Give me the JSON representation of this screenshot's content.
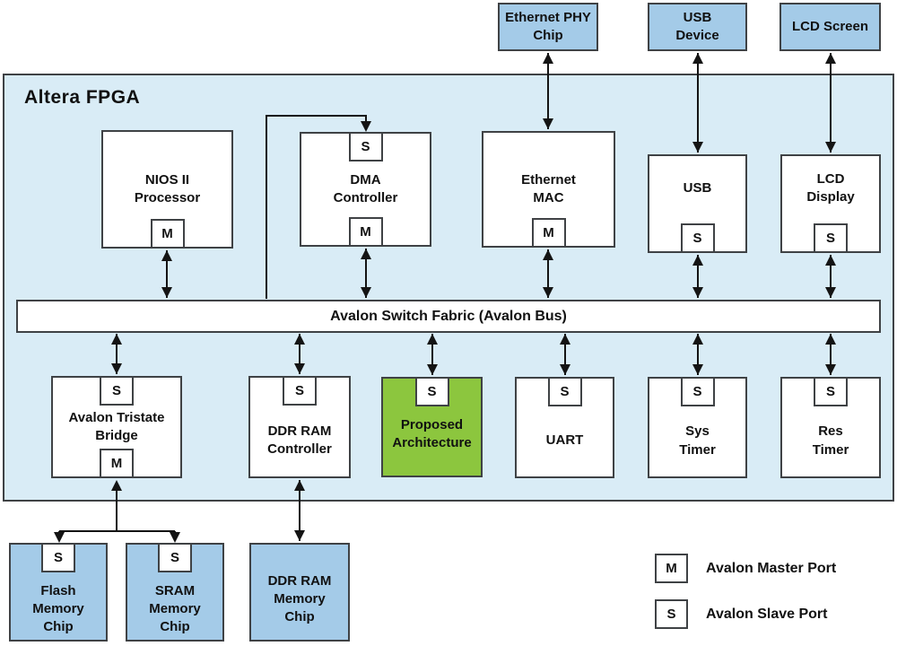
{
  "fpga_label": "Altera FPGA",
  "bus_label": "Avalon Switch Fabric (Avalon Bus)",
  "port_symbols": {
    "master": "M",
    "slave": "S"
  },
  "external_top": {
    "ethernet_phy": "Ethernet PHY\nChip",
    "usb_device": "USB\nDevice",
    "lcd_screen": "LCD Screen"
  },
  "fpga_blocks": {
    "nios": "NIOS II\nProcessor",
    "dma": "DMA\nController",
    "ethernet_mac": "Ethernet\nMAC",
    "usb": "USB",
    "lcd_display": "LCD\nDisplay",
    "tristate_bridge": "Avalon Tristate\nBridge",
    "ddr_controller": "DDR RAM\nController",
    "proposed": "Proposed\nArchitecture",
    "uart": "UART",
    "sys_timer": "Sys\nTimer",
    "res_timer": "Res\nTimer"
  },
  "external_bottom": {
    "flash": "Flash\nMemory\nChip",
    "sram": "SRAM\nMemory\nChip",
    "ddr_ram": "DDR RAM\nMemory\nChip"
  },
  "legend": {
    "master_symbol": "M",
    "master_label": "Avalon Master Port",
    "slave_symbol": "S",
    "slave_label": "Avalon Slave Port"
  },
  "colors": {
    "fpga_fill": "#d9ecf6",
    "chip_fill": "#a4cbe8",
    "proposed_fill": "#8cc63e",
    "block_fill": "#ffffff",
    "border": "#3f4245",
    "wire": "#141414"
  }
}
